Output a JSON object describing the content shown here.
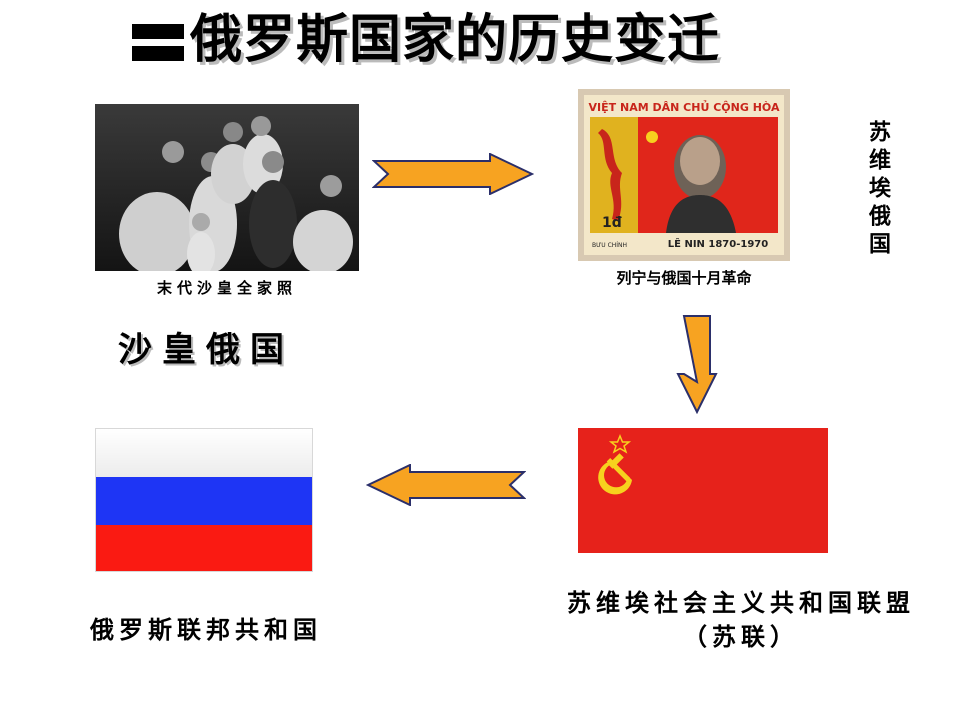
{
  "slide": {
    "title": "俄罗斯国家的历史变迁",
    "tsar_photo_caption": "末代沙皇全家照",
    "lenin_stamp_caption": "列宁与俄国十月革命",
    "soviet_russia_label": "苏维埃俄国",
    "tsarist_russia_label": "沙皇俄国",
    "russian_federation_label": "俄罗斯联邦共和国",
    "ussr_label_line1": "苏维埃社会主义共和国联盟",
    "ussr_label_line2": "（苏联）"
  },
  "stamp": {
    "header": "VIỆT NAM DÂN CHỦ CỘNG HÒA",
    "denomination": "1đ",
    "postal_text": "BƯU CHÍNH",
    "name_years": "LÊ NIN 1870-1970"
  },
  "colors": {
    "arrow_fill": "#f7a321",
    "arrow_stroke": "#2b2f6a",
    "soviet_red": "#e6221b",
    "hammer_sickle_gold": "#f7d11e",
    "russia_white": "#ffffff",
    "russia_blue": "#1e35f5",
    "russia_red": "#fa1a12"
  },
  "icons": [
    "hammer-sickle-star-icon",
    "arrow-right-icon",
    "arrow-down-icon",
    "arrow-left-icon"
  ]
}
